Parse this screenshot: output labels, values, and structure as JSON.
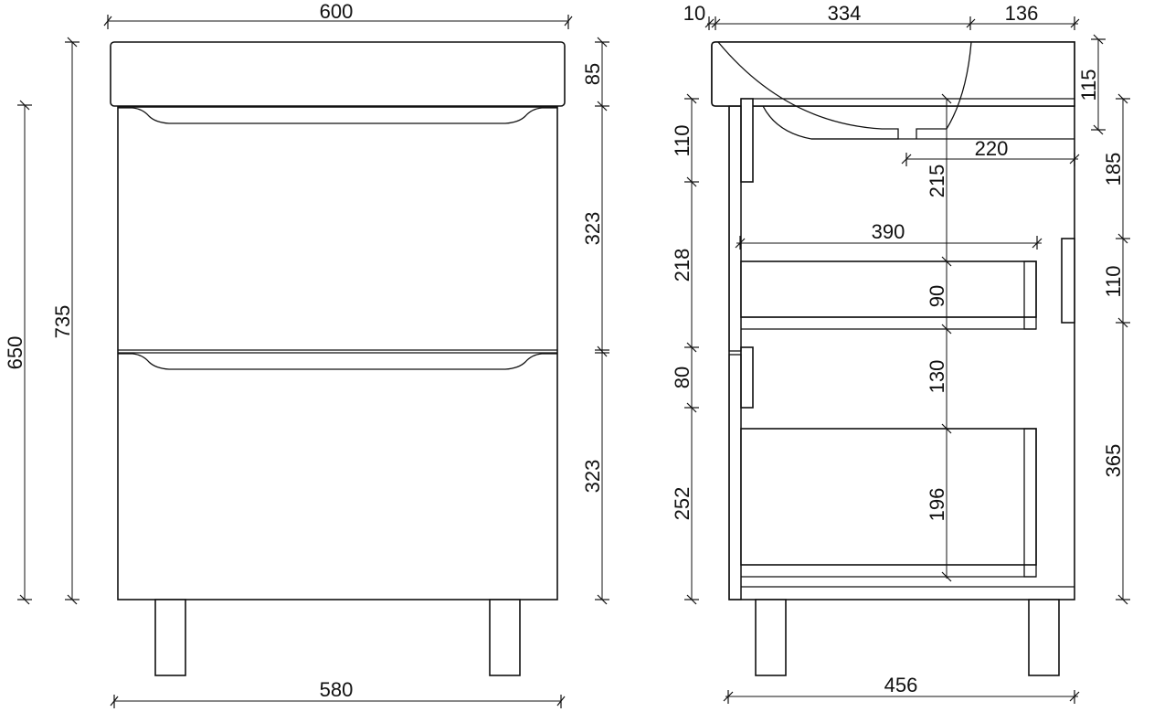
{
  "front_view": {
    "width_top": "600",
    "width_bottom": "580",
    "height_total": "735",
    "height_cabinet": "650",
    "basin_height": "85",
    "drawer_upper": "323",
    "drawer_lower": "323"
  },
  "side_view": {
    "top_front_offset": "10",
    "basin_depth": "334",
    "basin_rear": "136",
    "basin_height": "115",
    "siphon_cut": "220",
    "siphon_clearance": "215",
    "drawer_depth": "390",
    "upper_drawer_box": "90",
    "gap_between": "130",
    "lower_drawer_box": "196",
    "depth_bottom": "456",
    "front_upper_panel": "110",
    "front_upper_drawer": "218",
    "front_gap": "80",
    "front_lower_drawer": "252",
    "rear_top": "185",
    "rear_slot": "110",
    "rear_bottom": "365"
  }
}
